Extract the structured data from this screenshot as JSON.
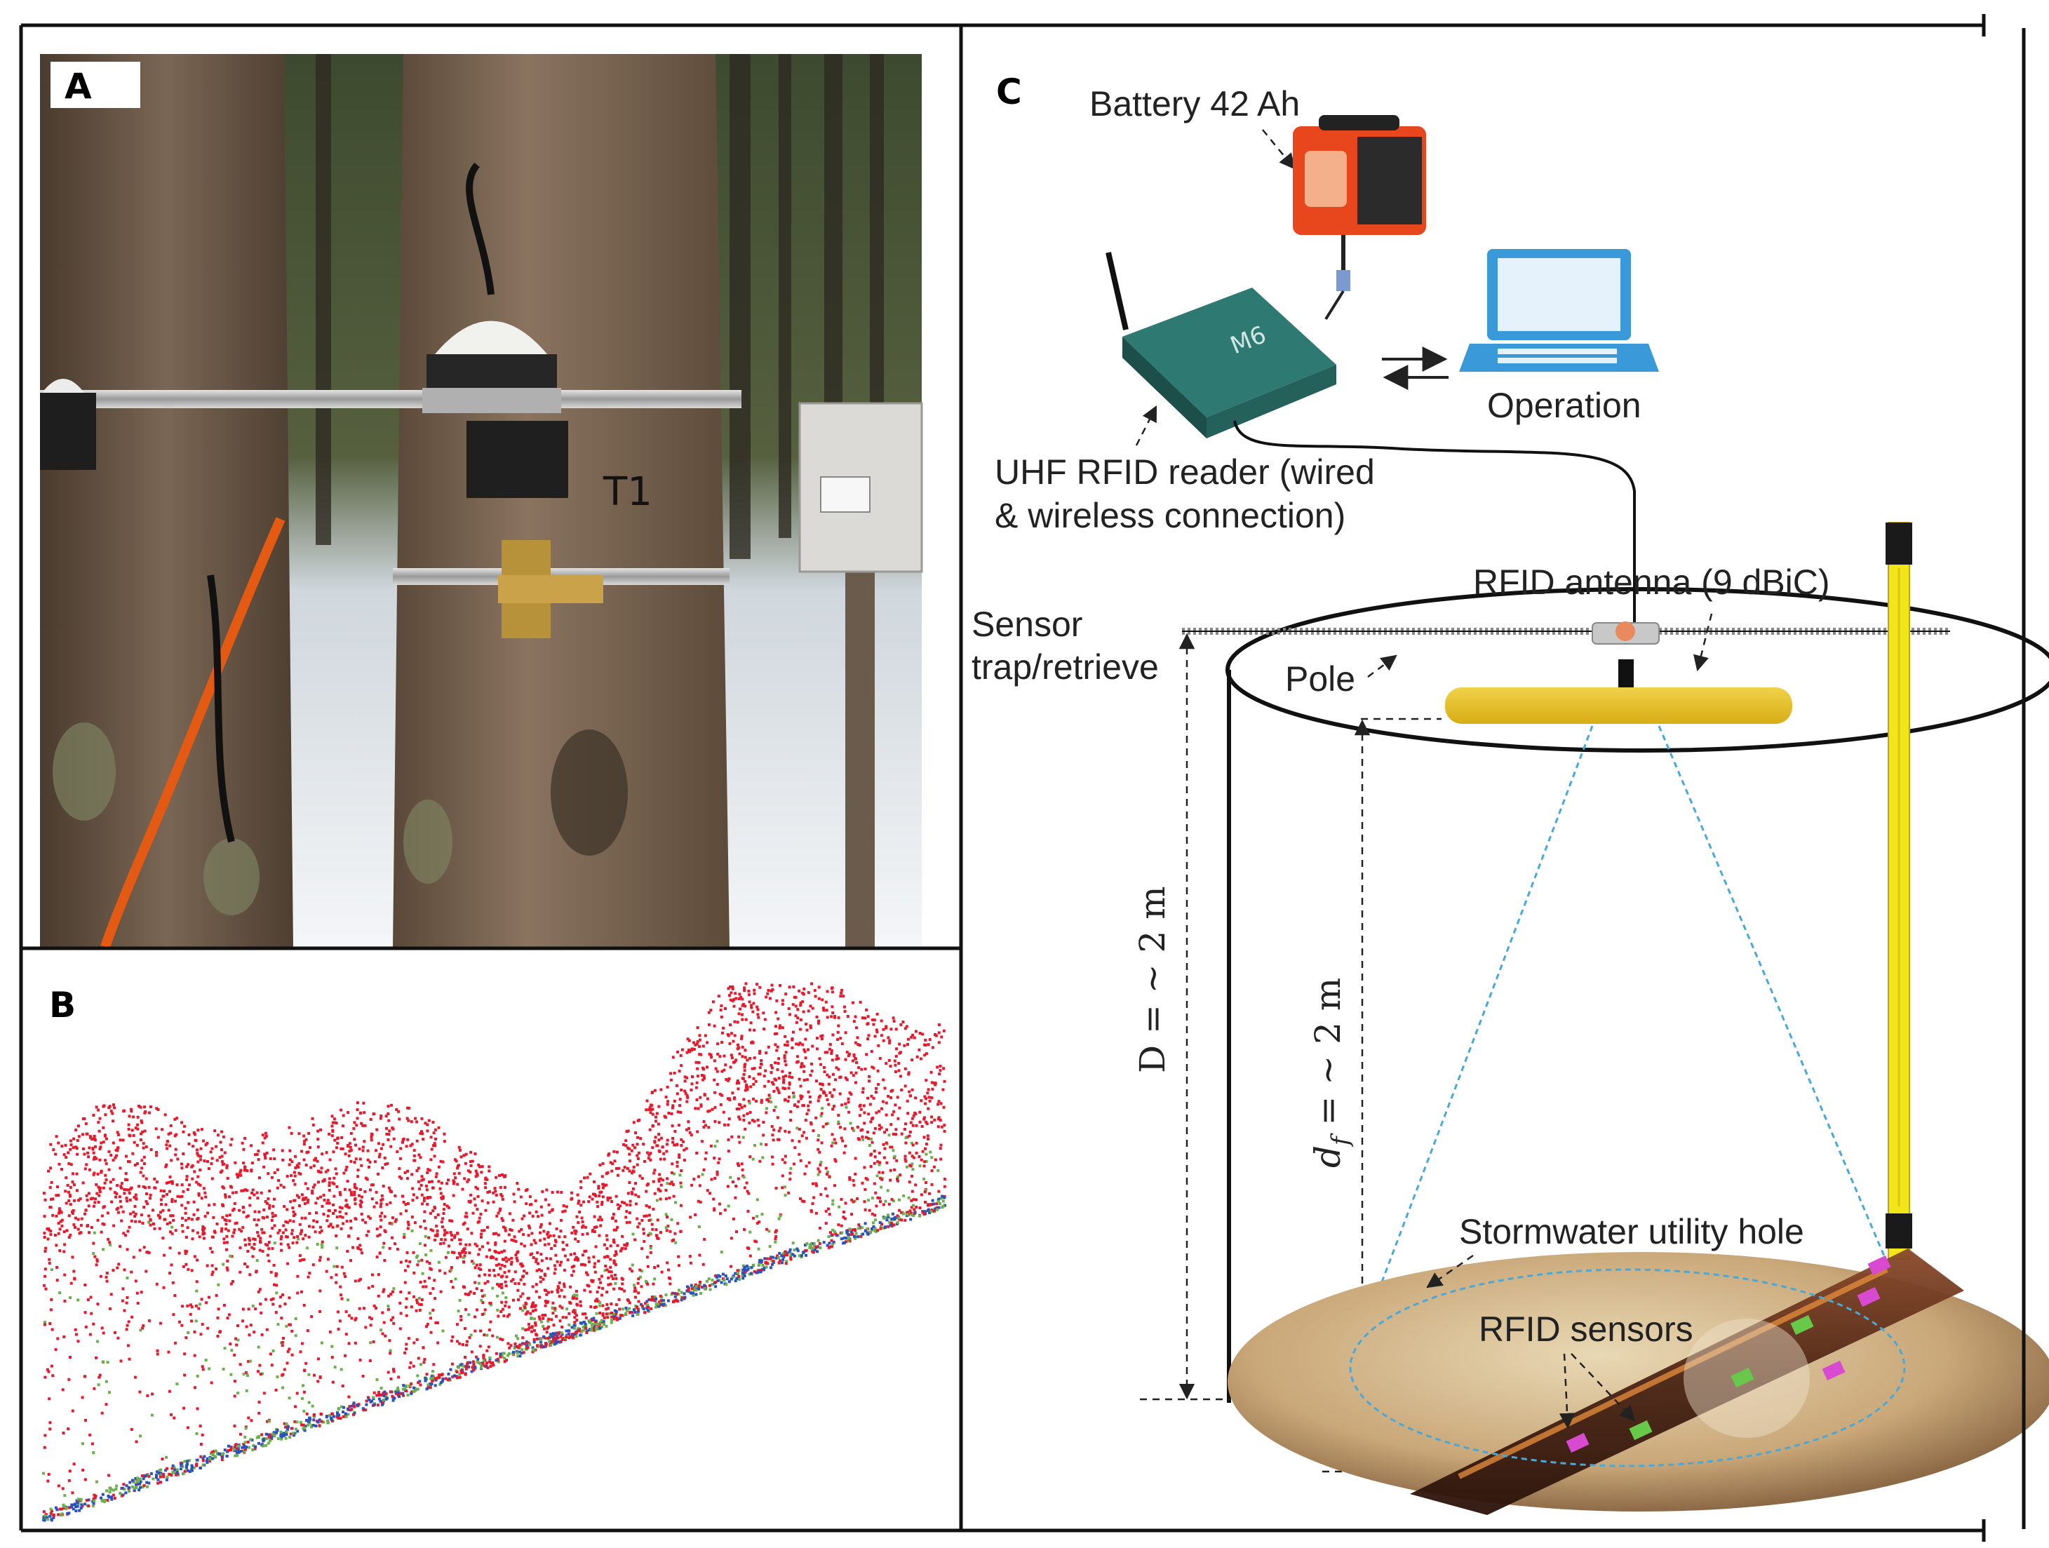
{
  "panels": {
    "a": {
      "label": "A",
      "photo_text": "T1"
    },
    "b": {
      "label": "B"
    },
    "c": {
      "label": "C",
      "battery": "Battery 42 Ah",
      "reader_brand": "M6",
      "operation": "Operation",
      "reader_line1": "UHF RFID reader (wired",
      "reader_line2": "& wireless connection)",
      "antenna": "RFID antenna (9 dBiC)",
      "sensor_line1": "Sensor",
      "sensor_line2": "trap/retrieve",
      "pole": "Pole",
      "depth_D": "D = ~ 2 m",
      "depth_df_main": "d",
      "depth_df_sub": "f",
      "depth_df_rest": " = ~ 2 m",
      "utility_hole": "Stormwater utility hole",
      "sensors": "RFID sensors"
    }
  },
  "colors": {
    "lidar_canopy": "#e8192c",
    "lidar_green": "#6ab04c",
    "lidar_blue": "#2a52be",
    "antenna": "#e8c22a",
    "pole": "#f2e51a",
    "beam": "#4aa8d8",
    "reader": "#1f5a55",
    "battery": "#e8461c",
    "laptop": "#3a9ad9"
  }
}
